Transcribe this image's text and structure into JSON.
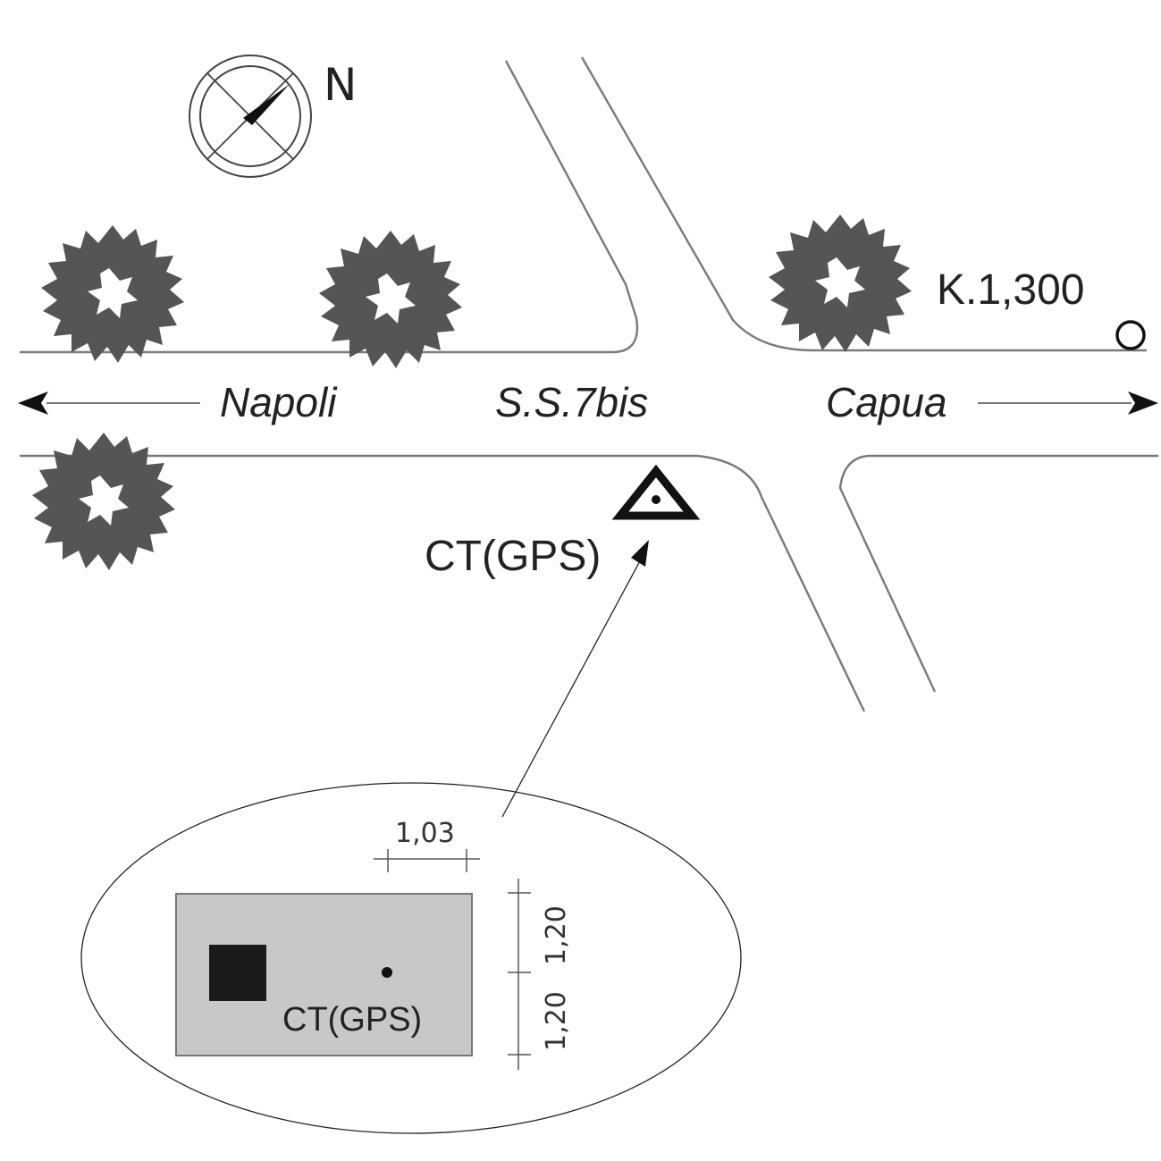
{
  "compass": {
    "label": "N",
    "icon": "north-arrow-icon"
  },
  "road": {
    "name": "S.S.7bis",
    "west_direction": "Napoli",
    "east_direction": "Capua"
  },
  "milestone": {
    "label": "K.1,300",
    "icon": "milestone-circle-icon"
  },
  "control_point": {
    "label": "CT(GPS)",
    "icon": "survey-triangle-icon"
  },
  "detail": {
    "label": "CT(GPS)",
    "dim_horizontal": "1,03",
    "dim_vertical_top": "1,20",
    "dim_vertical_bottom": "1,20"
  },
  "colors": {
    "road_line": "#7a7a7a",
    "tree": "#555555",
    "detail_fill": "#c8c8c8",
    "marker": "#1a1a1a"
  }
}
